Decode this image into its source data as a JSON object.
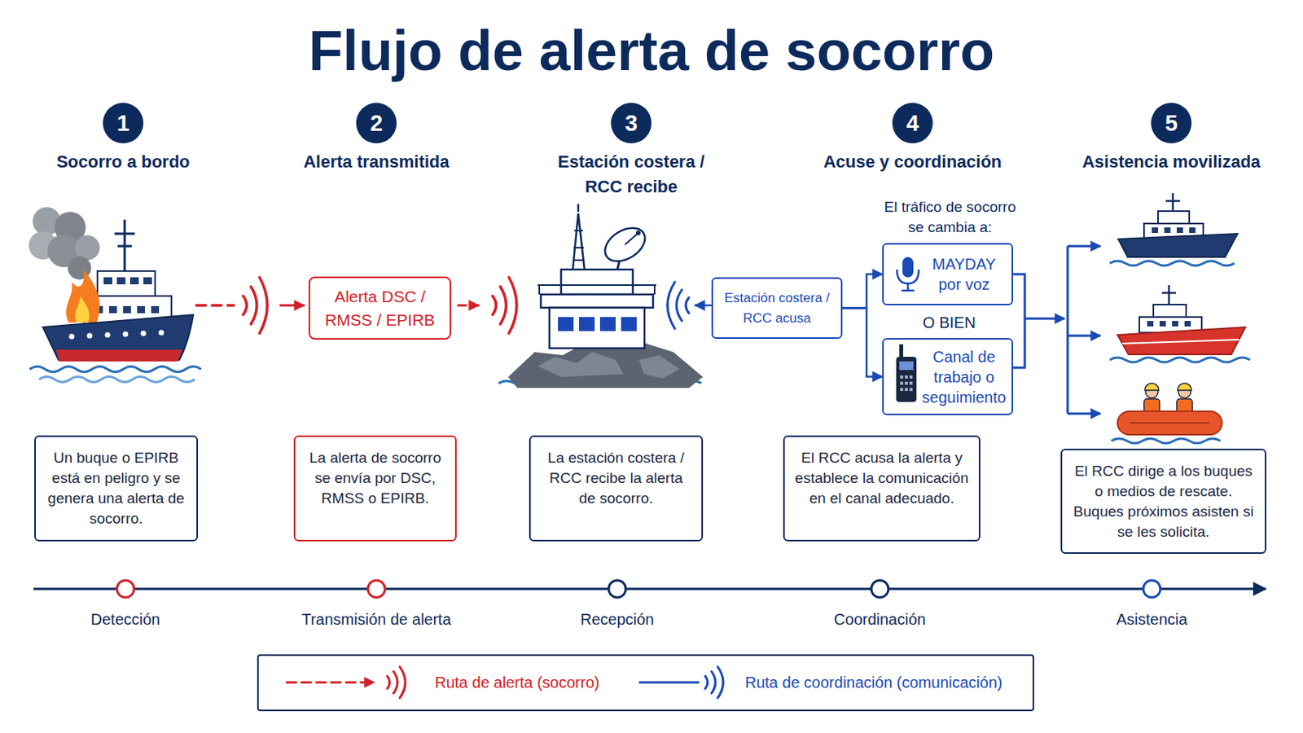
{
  "diagram": {
    "title": "Flujo de alerta de socorro",
    "nodes": [
      {
        "text": [
          "1",
          "Socorro a bordo"
        ]
      },
      {
        "text": [
          "2",
          "Alerta transmitida"
        ]
      },
      {
        "text": [
          "Alerta DSC / RMSS / EPIRB"
        ]
      },
      {
        "text": [
          "3",
          "Estación costera / RCC recibe"
        ]
      },
      {
        "text": [
          "4",
          "Acuse y coordinación"
        ]
      },
      {
        "text": [
          "Estación costera / RCC acusa"
        ]
      },
      {
        "text": [
          "MAYDAY por voz"
        ]
      },
      {
        "text": [
          "Canal de trabajo o seguimiento"
        ]
      },
      {
        "text": [
          "5",
          "Asistencia movilizada"
        ]
      },
      {
        "text": [
          "Un buque o EPIRB está en peligro y se genera una alerta de socorro."
        ]
      },
      {
        "text": [
          "La alerta de socorro se envía por DSC, RMSS o EPIRB."
        ]
      },
      {
        "text": [
          "La estación costera / RCC recibe la alerta de socorro."
        ]
      },
      {
        "text": [
          "El RCC acusa la alerta y establece la comunicación en el canal adecuado."
        ]
      },
      {
        "text": [
          "El RCC dirige a los buques o medios de rescate. Buques próximos asisten si se les solicita."
        ]
      }
    ],
    "edges": [
      {
        "from": 5,
        "to": 6,
        "arrow": "to"
      },
      {
        "from": 5,
        "to": 7,
        "arrow": "to"
      }
    ],
    "labels": [
      "El tráfico de socorro se cambia a:",
      "O BIEN",
      "Detección",
      "Transmisión de alerta",
      "Recepción",
      "Coordinación",
      "Asistencia"
    ],
    "legend": [
      {
        "text": "Ruta de alerta (socorro)"
      },
      {
        "text": "Ruta de coordinación (comunicación)"
      }
    ]
  }
}
